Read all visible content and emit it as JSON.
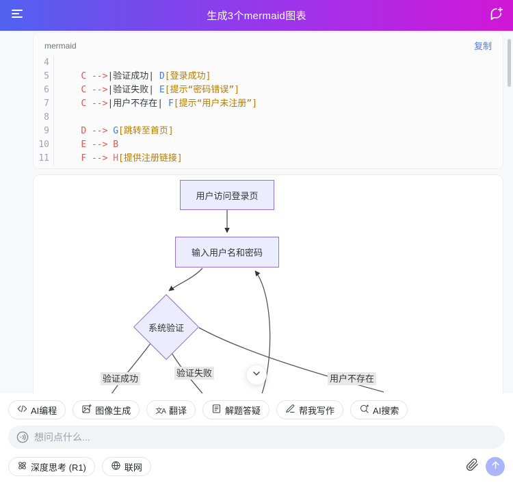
{
  "header": {
    "title": "生成3个mermaid图表",
    "menu_icon": "menu-icon",
    "new_chat_icon": "new-chat-icon"
  },
  "code_card": {
    "lang_label": "mermaid",
    "copy_label": "复制",
    "lines": [
      {
        "num": "4",
        "tokens": []
      },
      {
        "num": "5",
        "tokens": [
          {
            "c": "k",
            "t": "    "
          },
          {
            "c": "r",
            "t": "C -->"
          },
          {
            "c": "k",
            "t": "|验证成功| "
          },
          {
            "c": "b",
            "t": "D"
          },
          {
            "c": "o",
            "t": "[登录成功]"
          }
        ]
      },
      {
        "num": "6",
        "tokens": [
          {
            "c": "k",
            "t": "    "
          },
          {
            "c": "r",
            "t": "C -->"
          },
          {
            "c": "k",
            "t": "|验证失败| "
          },
          {
            "c": "b",
            "t": "E"
          },
          {
            "c": "o",
            "t": "[提示“密码错误”]"
          }
        ]
      },
      {
        "num": "7",
        "tokens": [
          {
            "c": "k",
            "t": "    "
          },
          {
            "c": "r",
            "t": "C -->"
          },
          {
            "c": "k",
            "t": "|用户不存在| "
          },
          {
            "c": "b",
            "t": "F"
          },
          {
            "c": "o",
            "t": "[提示“用户未注册”]"
          }
        ]
      },
      {
        "num": "8",
        "tokens": []
      },
      {
        "num": "9",
        "tokens": [
          {
            "c": "k",
            "t": "    "
          },
          {
            "c": "r",
            "t": "D --> "
          },
          {
            "c": "b",
            "t": "G"
          },
          {
            "c": "o",
            "t": "[跳转至首页]"
          }
        ]
      },
      {
        "num": "10",
        "tokens": [
          {
            "c": "k",
            "t": "    "
          },
          {
            "c": "r",
            "t": "E --> B"
          }
        ]
      },
      {
        "num": "11",
        "tokens": [
          {
            "c": "k",
            "t": "    "
          },
          {
            "c": "r",
            "t": "F --> "
          },
          {
            "c": "p",
            "t": "H"
          },
          {
            "c": "o",
            "t": "[提供注册链接]"
          }
        ]
      }
    ]
  },
  "diagram": {
    "nodes": {
      "a": {
        "label": "用户访问登录页"
      },
      "b": {
        "label": "输入用户名和密码"
      },
      "c": {
        "label": "系统验证"
      }
    },
    "edge_labels": [
      {
        "text": "验证成功"
      },
      {
        "text": "验证失败"
      },
      {
        "text": "用户不存在"
      }
    ],
    "node_fill": "#ECECFF",
    "node_border": "#9370DB",
    "scroll_down_icon": "chevron-down-icon"
  },
  "toolbar": {
    "actions": [
      {
        "name": "ai-coding",
        "icon": "code-icon",
        "label": "AI编程"
      },
      {
        "name": "image-generation",
        "icon": "image-icon",
        "label": "图像生成"
      },
      {
        "name": "translate",
        "icon": "translate-icon",
        "label": "翻译"
      },
      {
        "name": "solve-questions",
        "icon": "doc-icon",
        "label": "解题答疑"
      },
      {
        "name": "help-me-write",
        "icon": "pen-icon",
        "label": "帮我写作"
      },
      {
        "name": "ai-search",
        "icon": "search-icon",
        "label": "AI搜索"
      }
    ]
  },
  "composer": {
    "placeholder": "想问点什么...",
    "voice_icon": "voice-icon"
  },
  "footer": {
    "chips": [
      {
        "name": "deep-think",
        "icon": "atom-icon",
        "label": "深度思考 (R1)"
      },
      {
        "name": "web-search",
        "icon": "globe-icon",
        "label": "联网"
      }
    ],
    "attach_icon": "paperclip-icon",
    "send_icon": "arrow-up-icon"
  },
  "colors": {
    "header_gradient_left": "#5061f0",
    "header_gradient_right": "#d117d6",
    "copy_link": "#4d7bf4",
    "code_red": "#e45649",
    "code_blue": "#4078f2",
    "code_orange": "#bc7a00",
    "send_button": "#a9b6fb",
    "node_fill": "#ECECFF",
    "node_border": "#9370DB"
  }
}
